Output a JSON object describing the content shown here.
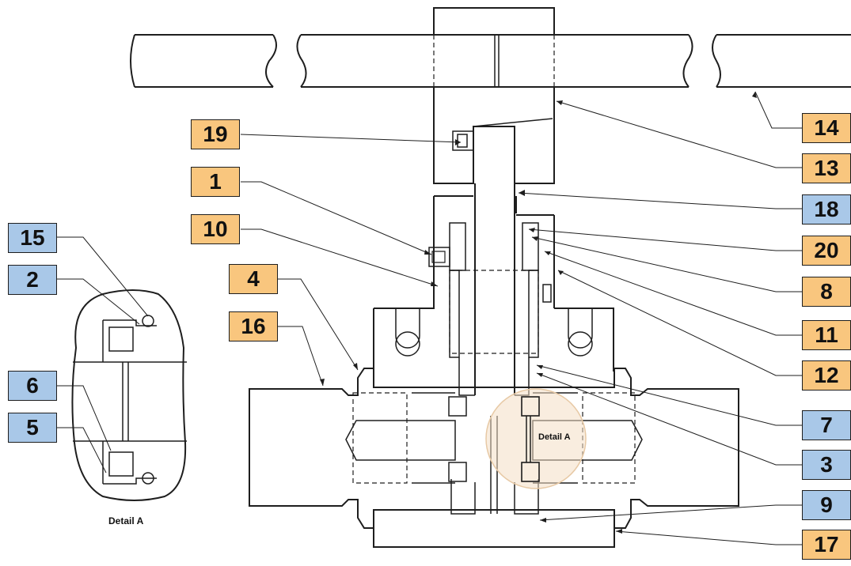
{
  "colors": {
    "orange_callout": "#f9c67e",
    "blue_callout": "#a9c8e8",
    "detail_highlight": "#f4dfc4",
    "line": "#1e1e1e"
  },
  "callouts": {
    "c1": "1",
    "c2": "2",
    "c3": "3",
    "c4": "4",
    "c5": "5",
    "c6": "6",
    "c7": "7",
    "c8": "8",
    "c9": "9",
    "c10": "10",
    "c11": "11",
    "c12": "12",
    "c13": "13",
    "c14": "14",
    "c15": "15",
    "c16": "16",
    "c17": "17",
    "c18": "18",
    "c19": "19",
    "c20": "20"
  },
  "detail_inset_caption": "Detail A",
  "detail_circle_caption": "Detail A"
}
